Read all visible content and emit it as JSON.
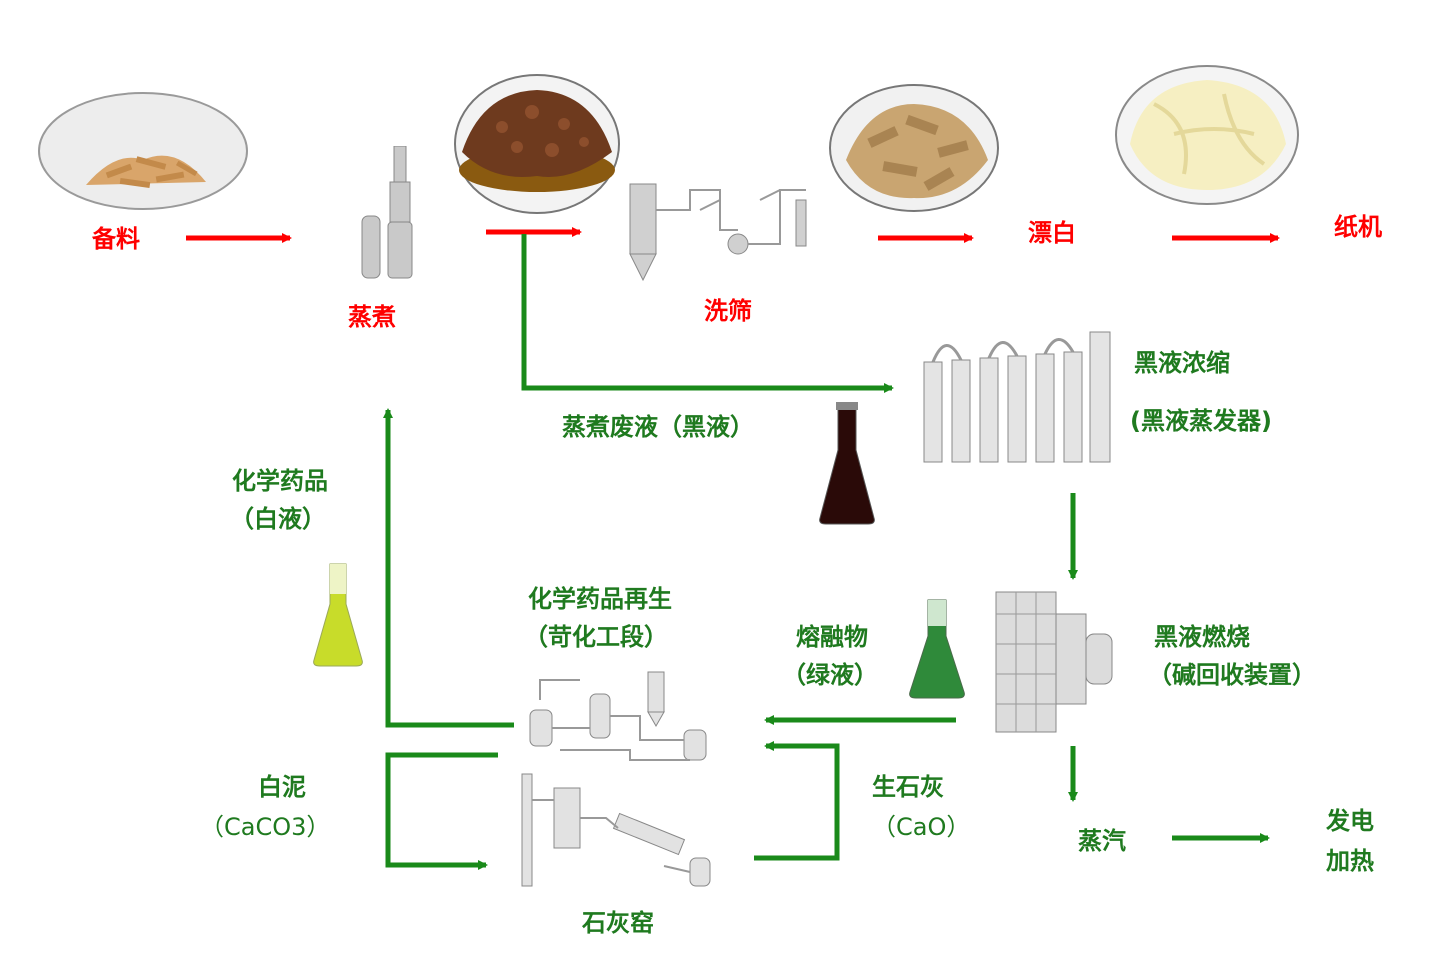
{
  "colors": {
    "main_flow": "#ff0000",
    "recovery_flow": "#1a8a1a",
    "text_green": "#1f7a1f"
  },
  "main_line": {
    "prep": "备料",
    "cooking": "蒸煮",
    "washing": "洗筛",
    "bleaching": "漂白",
    "paper_machine": "纸机"
  },
  "recovery": {
    "black_liquor": "蒸煮废液（黑液）",
    "evaporation": "黑液浓缩",
    "evaporator": "(黑液蒸发器)",
    "combustion": "黑液燃烧",
    "recovery_boiler": "（碱回收装置）",
    "smelt": "熔融物",
    "green_liquor": "（绿液）",
    "steam": "蒸汽",
    "power_line1": "发电",
    "power_line2": "加热",
    "regeneration": "化学药品再生",
    "causticizing": "（苛化工段）",
    "chemicals": "化学药品",
    "white_liquor": "（白液）",
    "lime_mud": "白泥",
    "lime_mud_formula": "（CaCO3）",
    "quicklime": "生石灰",
    "quicklime_formula": "（CaO）",
    "kiln": "石灰窑"
  },
  "images": [
    "wood-chips",
    "cooked-pulp",
    "washed-pulp",
    "bleached-pulp",
    "digester",
    "washer-screens",
    "evaporator-plant",
    "recovery-boiler",
    "causticizing-plant",
    "lime-kiln",
    "black-liquor-flask",
    "green-liquor-flask",
    "white-liquor-flask"
  ]
}
